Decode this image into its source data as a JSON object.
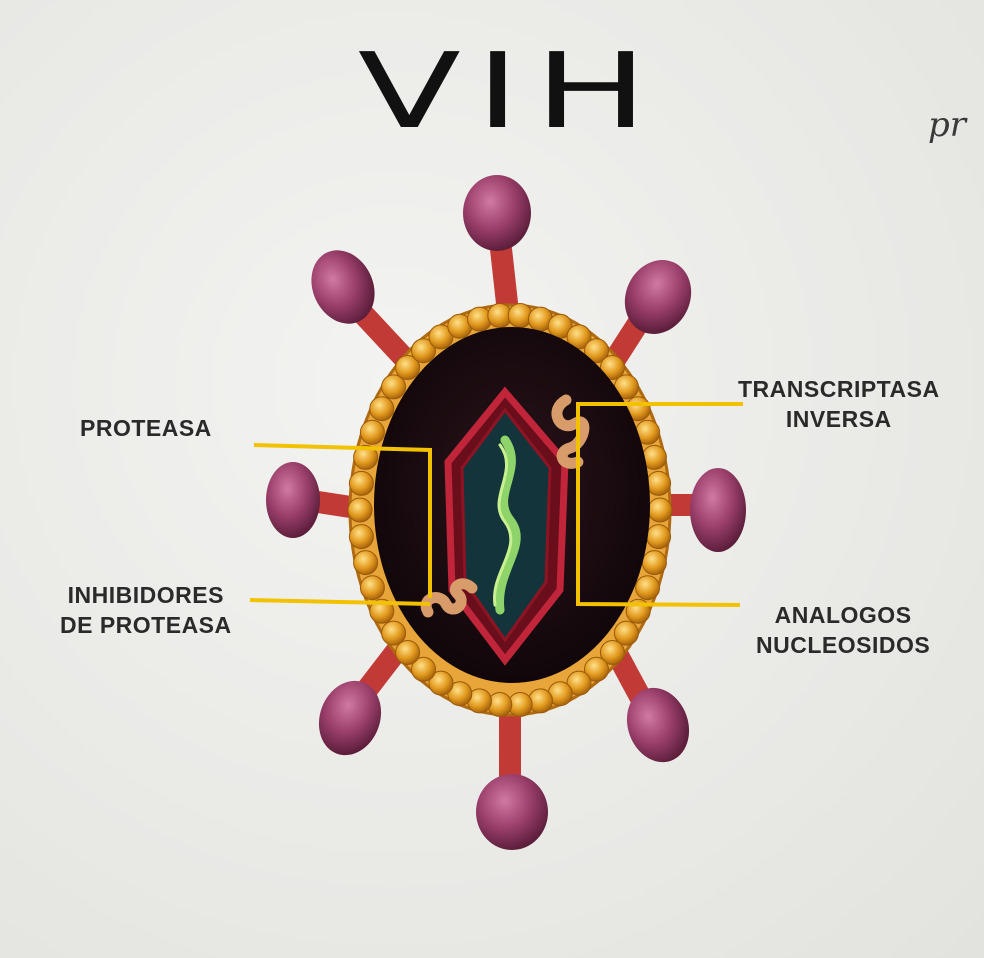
{
  "diagram": {
    "title": "VIH",
    "handwriting": "pr",
    "labels": {
      "proteasa": [
        "PROTEASA"
      ],
      "inhibidores": [
        "INHIBIDORES",
        "DE PROTEASA"
      ],
      "transcriptasa": [
        "TRANSCRIPTASA",
        "INVERSA"
      ],
      "analogos": [
        "ANALOGOS",
        "NUCLEOSIDOS"
      ]
    },
    "colors": {
      "envelope": "#e29a1e",
      "core": "#1a0c10",
      "capsid": "#c0253a",
      "spike_stalk": "#c23a36",
      "spike_knob": "#9b3f6b",
      "rna": "#8fd36b",
      "enzyme": "#d89c6a",
      "callout_line": "#f2c200"
    }
  }
}
